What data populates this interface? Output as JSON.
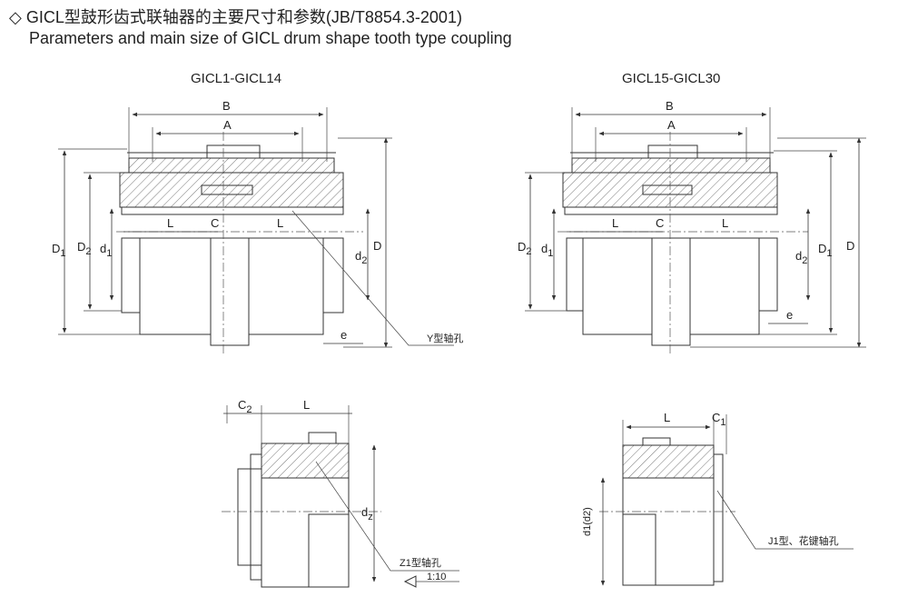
{
  "header": {
    "marker": "◇",
    "title_zh": "GICL型鼓形齿式联轴器的主要尺寸和参数(JB/T8854.3-2001)",
    "title_en": "Parameters and  main size of GICL drum shape tooth type coupling"
  },
  "views": {
    "left": {
      "title": "GICL1-GICL14",
      "dims": {
        "B": "B",
        "A": "A",
        "L1": "L",
        "C": "C",
        "L2": "L",
        "D1": "D",
        "D1_sub": "1",
        "D2": "D",
        "D2_sub": "2",
        "d1": "d",
        "d1_sub": "1",
        "d2": "d",
        "d2_sub": "2",
        "D": "D",
        "e": "e"
      },
      "callout": "Y型轴孔"
    },
    "right": {
      "title": "GICL15-GICL30",
      "dims": {
        "B": "B",
        "A": "A",
        "L1": "L",
        "C": "C",
        "L2": "L",
        "D2": "D",
        "D2_sub": "2",
        "d1": "d",
        "d1_sub": "1",
        "d2": "d",
        "d2_sub": "2",
        "D1": "D",
        "D1_sub": "1",
        "D": "D",
        "e": "e"
      }
    },
    "z1": {
      "dims": {
        "C2": "C",
        "C2_sub": "2",
        "L": "L",
        "dz": "d",
        "dz_sub": "z"
      },
      "callout": "Z1型轴孔",
      "taper": "1:10"
    },
    "j1": {
      "dims": {
        "L": "L",
        "C1": "C",
        "C1_sub": "1",
        "d1d2": "d",
        "d1d2_rest": "1(d2)"
      },
      "callout": "J1型、花键轴孔"
    }
  }
}
